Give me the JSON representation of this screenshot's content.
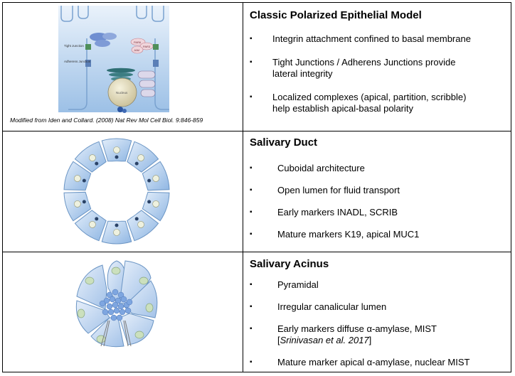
{
  "rows": [
    {
      "title": "Classic Polarized Epithelial Model",
      "caption": "Modified from Iden and Collard. (2008) Nat Rev Mol Cell Biol. 9:846-859",
      "figure_labels": {
        "tight_junction": "Tight Junction",
        "adherens_junction": "Adherens Junction",
        "nucleus": "Nucleus",
        "par6": "PAR6",
        "par3": "PAR3",
        "jam": "JAM"
      },
      "bullets": [
        {
          "text": "Integrin attachment confined to basal membrane"
        },
        {
          "text": "Tight Junctions / Adherens Junctions provide lateral integrity"
        },
        {
          "text": "Localized complexes (apical, partition, scribble) help establish apical-basal polarity"
        }
      ]
    },
    {
      "title": "Salivary Duct",
      "bullets": [
        {
          "text": "Cuboidal architecture"
        },
        {
          "text": "Open lumen for fluid transport"
        },
        {
          "text": "Early markers INADL, SCRIB"
        },
        {
          "text": "Mature markers K19, apical MUC1"
        }
      ]
    },
    {
      "title": "Salivary Acinus",
      "bullets": [
        {
          "text": "Pyramidal"
        },
        {
          "text": "Irregular canalicular lumen"
        },
        {
          "text": "Early markers diffuse α-amylase, MIST",
          "cite": "Srinivasan et al. 2017"
        },
        {
          "text": "Mature marker apical α-amylase, nuclear MIST"
        }
      ]
    }
  ],
  "bullet_symbol": "▪",
  "colors": {
    "cell_fill": "#c7dcf2",
    "cell_edge": "#6b95c4",
    "nucleus": "#e8e2c8",
    "junction": "#2a4266"
  }
}
